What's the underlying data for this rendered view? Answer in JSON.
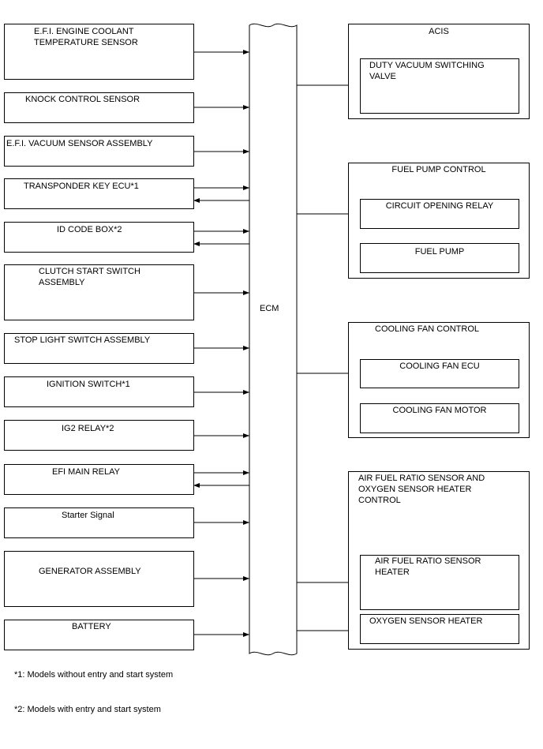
{
  "ecm": {
    "label": "ECM"
  },
  "inputs": [
    {
      "label": "E.F.I. ENGINE COOLANT\nTEMPERATURE SENSOR"
    },
    {
      "label": "KNOCK CONTROL SENSOR"
    },
    {
      "label": "E.F.I. VACUUM SENSOR ASSEMBLY"
    },
    {
      "label": "TRANSPONDER KEY ECU*1"
    },
    {
      "label": "ID CODE BOX*2"
    },
    {
      "label": "CLUTCH START SWITCH\nASSEMBLY"
    },
    {
      "label": "STOP LIGHT SWITCH ASSEMBLY"
    },
    {
      "label": "IGNITION SWITCH*1"
    },
    {
      "label": "IG2 RELAY*2"
    },
    {
      "label": "EFI MAIN RELAY"
    },
    {
      "label": "Starter Signal"
    },
    {
      "label": "GENERATOR ASSEMBLY"
    },
    {
      "label": "BATTERY"
    }
  ],
  "outputs": {
    "acis": {
      "title": "ACIS",
      "item1": "DUTY VACUUM SWITCHING\nVALVE"
    },
    "fuel_pump_control": {
      "title": "FUEL PUMP CONTROL",
      "item1": "CIRCUIT OPENING RELAY",
      "item2": "FUEL PUMP"
    },
    "cooling_fan_control": {
      "title": "COOLING FAN CONTROL",
      "item1": "COOLING FAN ECU",
      "item2": "COOLING FAN MOTOR"
    },
    "afr_control": {
      "title": "AIR FUEL RATIO SENSOR AND\nOXYGEN SENSOR HEATER\nCONTROL",
      "item1": "AIR FUEL RATIO SENSOR\nHEATER",
      "item2": "OXYGEN SENSOR HEATER"
    }
  },
  "notes": {
    "note1": "*1: Models without entry and start system",
    "note2": "*2: Models with entry and start system"
  }
}
